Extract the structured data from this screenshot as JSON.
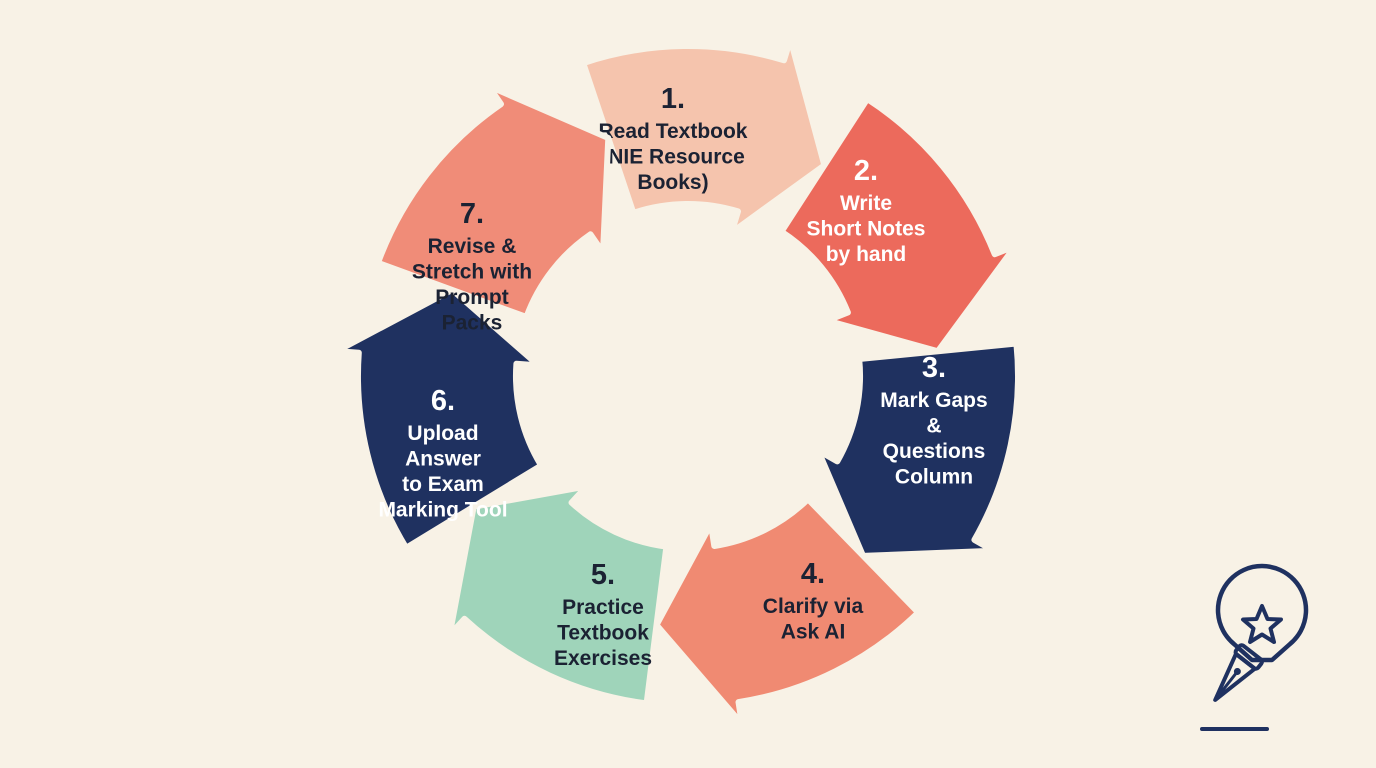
{
  "diagram": {
    "background": "#f8f2e6",
    "steps": [
      {
        "number": "1.",
        "lines": [
          "Read Textbook",
          "(NIE Resource",
          "Books)"
        ],
        "color": "#f5c4ad",
        "text_color": "#1b2233"
      },
      {
        "number": "2.",
        "lines": [
          "Write",
          "Short Notes",
          "by hand"
        ],
        "color": "#ec6a5c",
        "text_color": "#ffffff"
      },
      {
        "number": "3.",
        "lines": [
          "Mark Gaps",
          "&",
          "Questions",
          "Column"
        ],
        "color": "#1f3160",
        "text_color": "#ffffff"
      },
      {
        "number": "4.",
        "lines": [
          "Clarify via",
          "Ask AI"
        ],
        "color": "#f08a72",
        "text_color": "#1b2233"
      },
      {
        "number": "5.",
        "lines": [
          "Practice",
          "Textbook",
          "Exercises"
        ],
        "color": "#9fd4ba",
        "text_color": "#1b2233"
      },
      {
        "number": "6.",
        "lines": [
          "Upload",
          "Answer",
          "to Exam",
          "Marking Tool"
        ],
        "color": "#1f3160",
        "text_color": "#ffffff"
      },
      {
        "number": "7.",
        "lines": [
          "Revise &",
          "Stretch with",
          "Prompt",
          "Packs"
        ],
        "color": "#f08c78",
        "text_color": "#1b2233"
      }
    ]
  },
  "logo": {
    "icon": "fountain-pen-lightbulb-star-icon",
    "color": "#1f3160"
  }
}
